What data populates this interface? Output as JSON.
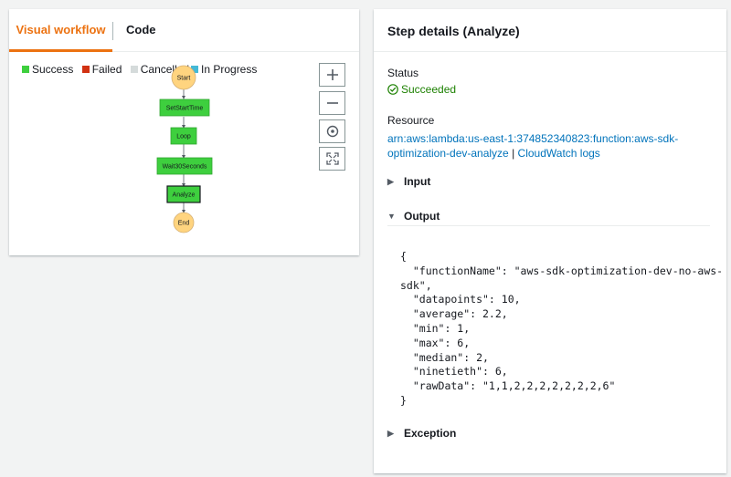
{
  "left_panel": {
    "tabs": [
      {
        "label": "Visual workflow",
        "active": true
      },
      {
        "label": "Code",
        "active": false
      }
    ],
    "legend": [
      {
        "label": "Success",
        "color": "#1d8102"
      },
      {
        "label": "Failed",
        "color": "#d13212"
      },
      {
        "label": "Cancelled",
        "color": "#d5dbdb"
      },
      {
        "label": "In Progress",
        "color": "#44b9d6"
      }
    ],
    "workflow": {
      "nodes": [
        {
          "label": "Start",
          "kind": "terminal"
        },
        {
          "label": "SetStartTime",
          "kind": "task",
          "status": "Success"
        },
        {
          "label": "Loop",
          "kind": "task",
          "status": "Success"
        },
        {
          "label": "Wait30Seconds",
          "kind": "task",
          "status": "Success"
        },
        {
          "label": "Analyze",
          "kind": "task",
          "status": "Success",
          "selected": true
        },
        {
          "label": "End",
          "kind": "terminal"
        }
      ],
      "colors": {
        "task_fill": "#3ecf3e",
        "terminal_fill": "#ffd47f"
      }
    },
    "zoom_controls": [
      "zoom-in-icon",
      "zoom-out-icon",
      "center-icon",
      "fit-icon"
    ]
  },
  "right_panel": {
    "title": "Step details (Analyze)",
    "status_label": "Status",
    "status_value": "Succeeded",
    "resource_label": "Resource",
    "resource_arn": "arn:aws:lambda:us-east-1:374852340823:function:aws-sdk-optimization-dev-analyze",
    "resource_separator": " | ",
    "cloudwatch_link": "CloudWatch logs",
    "sections": {
      "input": "Input",
      "output": "Output",
      "exception": "Exception"
    },
    "output_json": "{\n  \"functionName\": \"aws-sdk-optimization-dev-no-aws-\nsdk\",\n  \"datapoints\": 10,\n  \"average\": 2.2,\n  \"min\": 1,\n  \"max\": 6,\n  \"median\": 2,\n  \"ninetieth\": 6,\n  \"rawData\": \"1,1,2,2,2,2,2,2,2,6\"\n}"
  }
}
